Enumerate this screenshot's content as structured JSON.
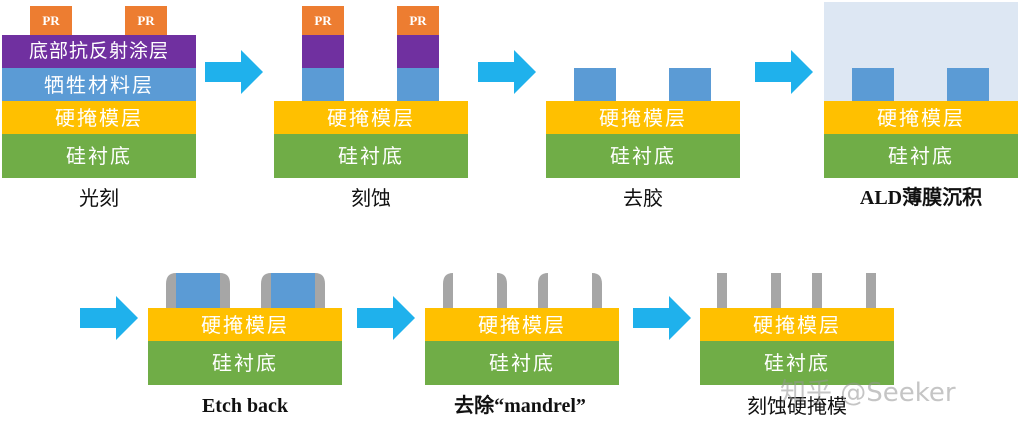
{
  "colors": {
    "pr": "#ED7D31",
    "barc": "#7030A0",
    "bottom_layer": "#5B9BD5",
    "hardmask": "#FFC000",
    "substrate": "#70AD47",
    "ald_film": "#DDE7F3",
    "spacer": "#A6A6A6",
    "arrow": "#1FB1EC"
  },
  "labels": {
    "pr": "PR",
    "barc": "底部抗反射涂层",
    "bottom_layer": "牺牲材料层",
    "hardmask": "硬掩模层",
    "substrate": "硅衬底"
  },
  "steps": [
    {
      "caption": "光刻"
    },
    {
      "caption": "刻蚀"
    },
    {
      "caption": "去胶"
    },
    {
      "caption": "ALD薄膜沉积"
    },
    {
      "caption": "Etch back"
    },
    {
      "caption": "去除“mandrel”"
    },
    {
      "caption": "刻蚀硬掩模"
    }
  ],
  "watermark": "知乎 @Seeker"
}
